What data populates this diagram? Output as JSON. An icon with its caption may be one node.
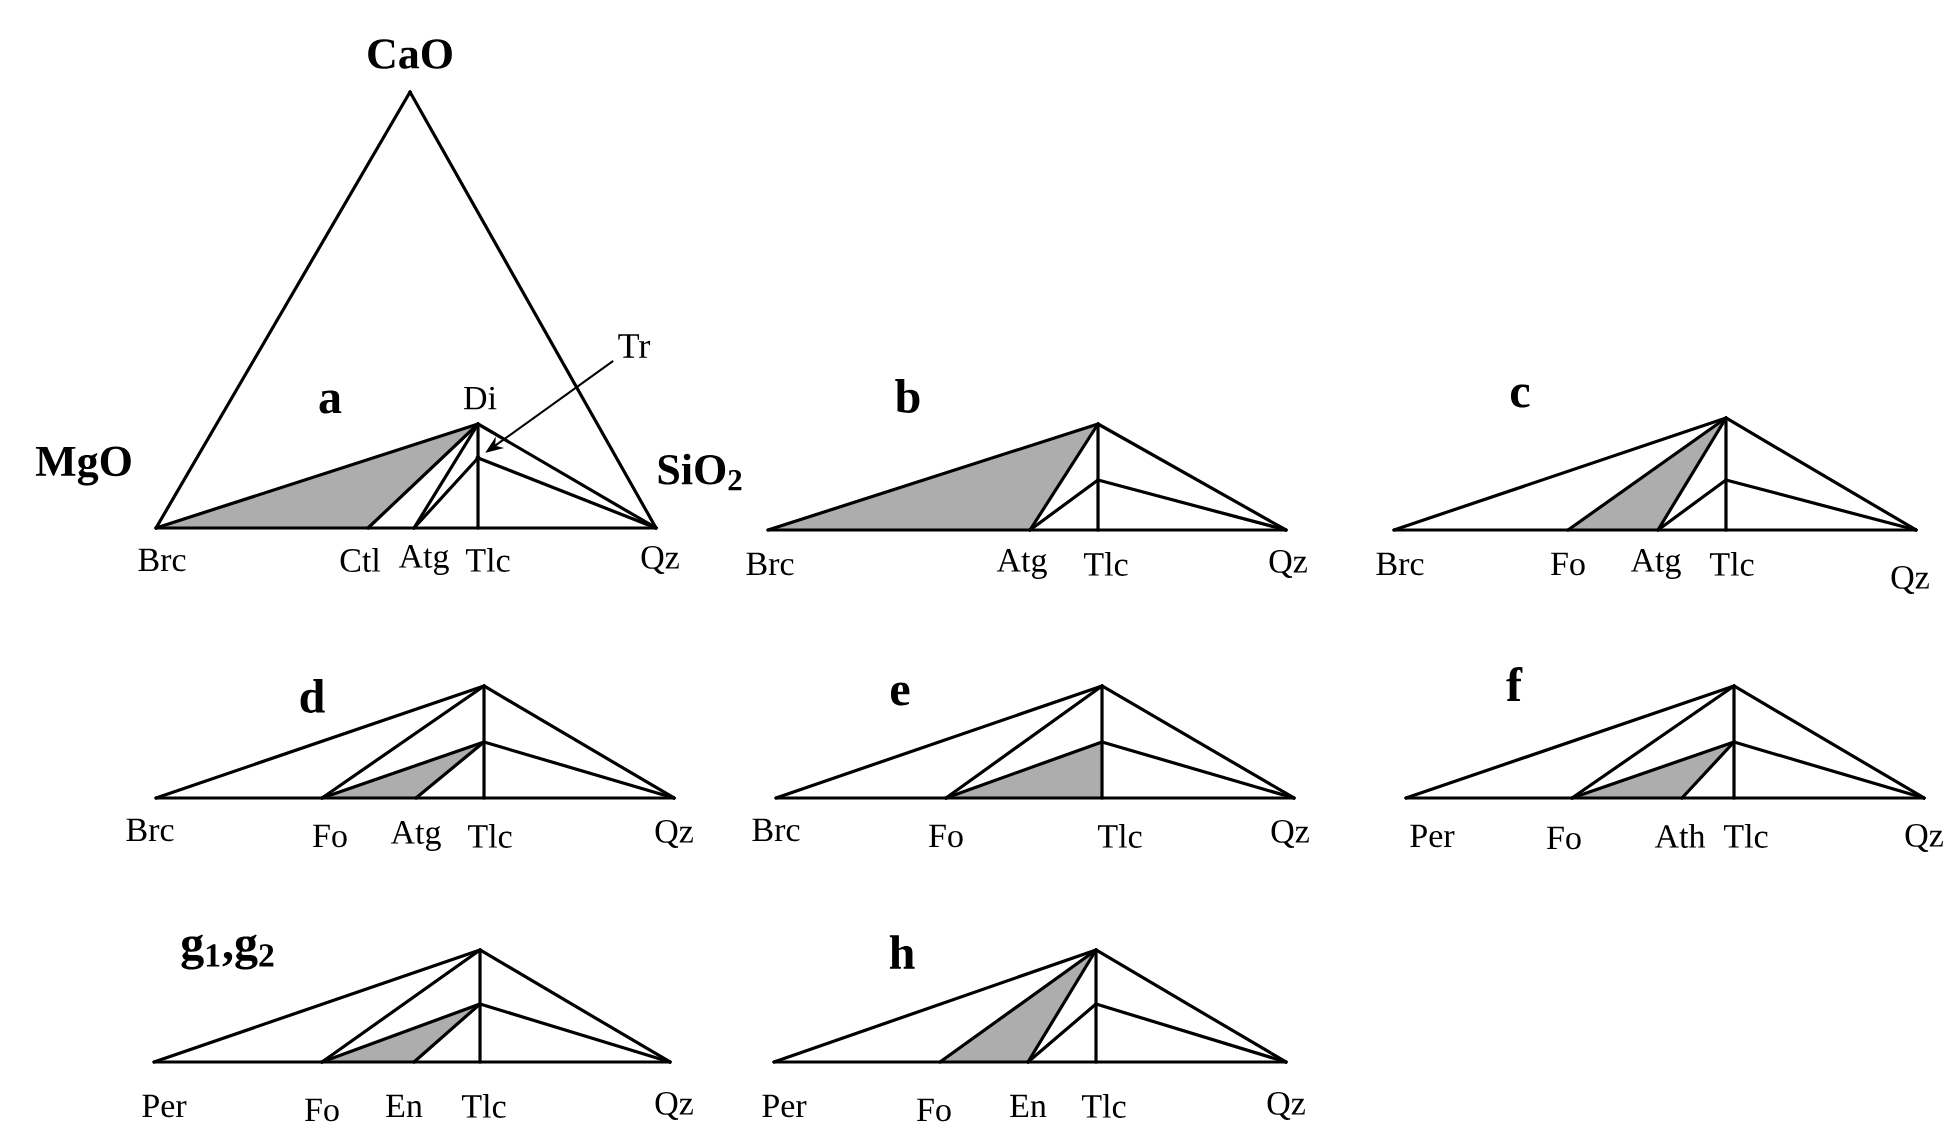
{
  "diagram": {
    "nodes": [
      {
        "text": [
          "Tr"
        ]
      },
      {
        "text": [],
        "shape": "circle"
      }
    ],
    "edges": [
      {
        "from": 0,
        "to": 1,
        "arrow": "to"
      }
    ],
    "labels": [
      "CaO",
      "a",
      "Di",
      "MgO",
      "SiO$_{2}$",
      "Brc",
      "Ctl",
      "Atg",
      "Tlc",
      "Qz",
      "b",
      "Brc",
      "Atg",
      "Tlc",
      "Qz",
      "c",
      "Brc",
      "Fo",
      "Atg",
      "Tlc",
      "Qz",
      "d",
      "Brc",
      "Fo",
      "Atg",
      "Tlc",
      "Qz",
      "e",
      "Brc",
      "Fo",
      "Tlc",
      "Qz",
      "f",
      "Per",
      "Fo",
      "Ath",
      "Tlc",
      "Qz",
      "g$_{1}$,g$_{2}$",
      "Per",
      "Fo",
      "En",
      "Tlc",
      "Qz",
      "h",
      "Per",
      "Fo",
      "En",
      "Tlc",
      "Qz"
    ]
  }
}
